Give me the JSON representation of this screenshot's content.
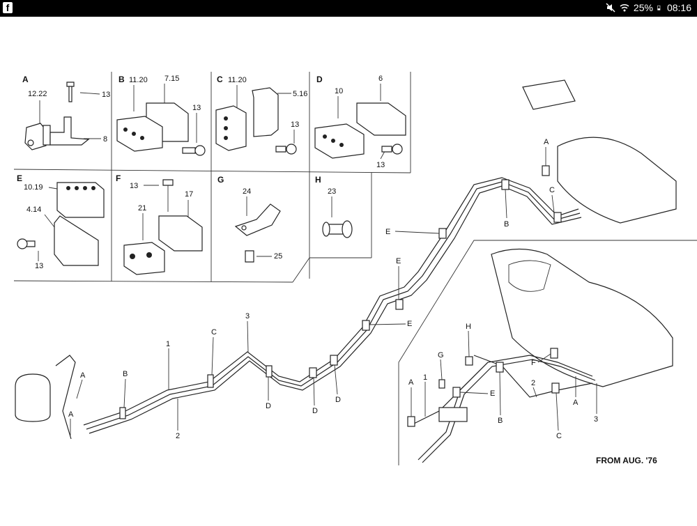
{
  "status_bar": {
    "app_icon": "facebook-icon",
    "mute_icon": "mute-icon",
    "wifi_icon": "wifi-icon",
    "battery": "25%",
    "time": "08:16"
  },
  "diagram": {
    "panels": [
      {
        "letter": "A",
        "callouts": [
          "12.22",
          "13",
          "8"
        ]
      },
      {
        "letter": "B",
        "callouts": [
          "11.20",
          "7.15",
          "13"
        ]
      },
      {
        "letter": "C",
        "callouts": [
          "11.20",
          "5.16",
          "13"
        ]
      },
      {
        "letter": "D",
        "callouts": [
          "10",
          "6",
          "13"
        ]
      },
      {
        "letter": "E",
        "callouts": [
          "10.19",
          "4.14",
          "13"
        ]
      },
      {
        "letter": "F",
        "callouts": [
          "13",
          "17",
          "21"
        ]
      },
      {
        "letter": "G",
        "callouts": [
          "24",
          "25"
        ]
      },
      {
        "letter": "H",
        "callouts": [
          "23"
        ]
      }
    ],
    "main_labels": {
      "a1": "A",
      "a2": "A",
      "b1": "B",
      "p1": "1",
      "p2": "2",
      "c1": "C",
      "p3": "3",
      "d1": "D",
      "d2": "D",
      "d3": "D",
      "e1": "E",
      "e2": "E",
      "e3": "E",
      "b2": "B",
      "c2": "C",
      "a3": "A"
    },
    "inset_labels": {
      "h": "H",
      "g": "G",
      "a": "A",
      "p1": "1",
      "e": "E",
      "b": "B",
      "p2": "2",
      "f": "F",
      "a2": "A",
      "p3": "3",
      "c": "C"
    },
    "note": "FROM AUG. '76"
  }
}
